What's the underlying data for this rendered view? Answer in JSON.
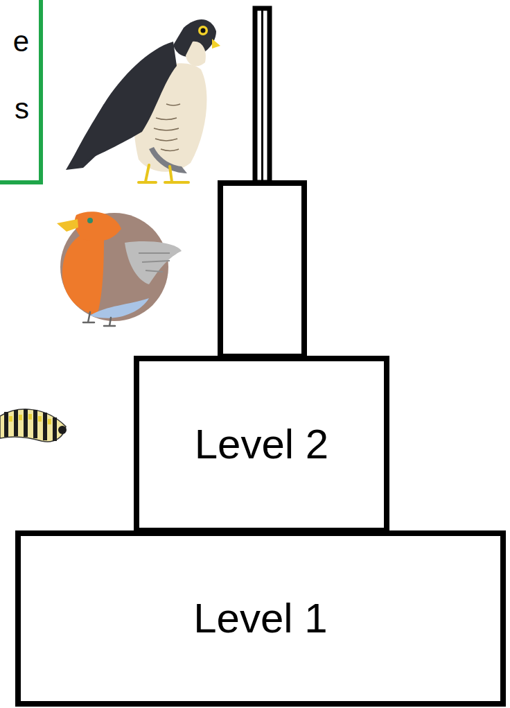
{
  "diagram": {
    "nodes": [
      {
        "text": [
          "e s"
        ]
      },
      {
        "text": [
          "Level 2"
        ]
      },
      {
        "text": [
          "Level 1"
        ]
      }
    ]
  }
}
